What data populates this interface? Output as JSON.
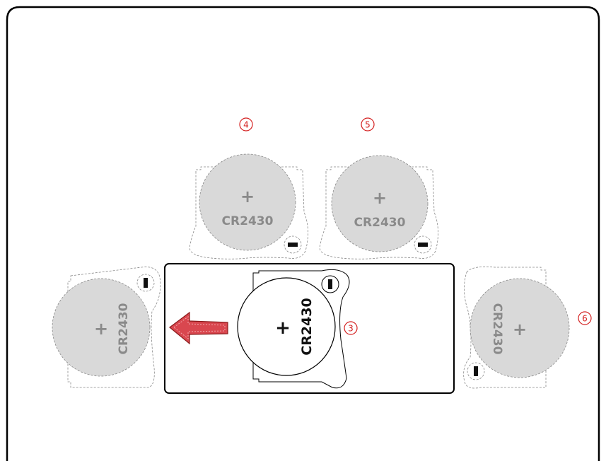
{
  "colors": {
    "frame": "#000000",
    "battery_fill": "#d9d9d9",
    "battery_text": "#8a8a8a",
    "callout": "#d42020",
    "arrow": "#d9474f"
  },
  "callouts": {
    "c3": "3",
    "c4": "4",
    "c5": "5",
    "c6": "6"
  },
  "batteries": {
    "top_left": {
      "plus": "+",
      "model": "CR2430",
      "minus_icon": "minus-terminal-icon"
    },
    "top_right": {
      "plus": "+",
      "model": "CR2430",
      "minus_icon": "minus-terminal-icon"
    },
    "left": {
      "plus": "+",
      "model": "CR2430",
      "minus_icon": "minus-terminal-icon"
    },
    "center": {
      "plus": "+",
      "model": "CR2430",
      "minus_icon": "minus-terminal-icon"
    },
    "right": {
      "plus": "+",
      "model": "CR2430",
      "minus_icon": "minus-terminal-icon"
    }
  },
  "arrow": {
    "direction": "left",
    "icon": "arrow-left-icon"
  }
}
